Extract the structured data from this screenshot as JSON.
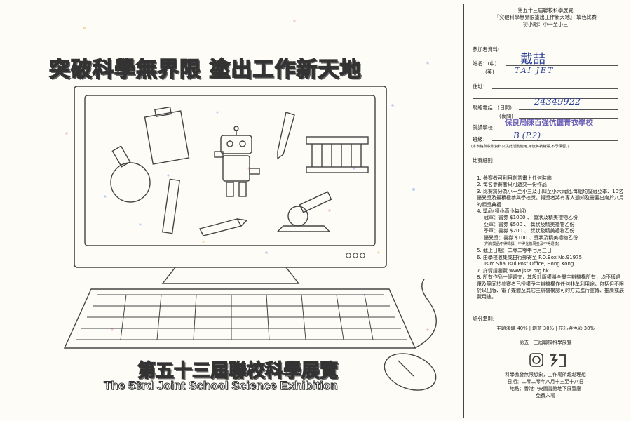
{
  "poster": {
    "headline": "突破科學無界限 塗出工作新天地",
    "exhibition_zh": "第五十三屆聯校科學展覽",
    "exhibition_en": "The 53rd Joint School Science Exhibition"
  },
  "form": {
    "header_line1": "第五十三屆聯校科學展覽",
    "header_line2": "『突破科學無界限塗出工作新天地』 填色比賽",
    "header_line3": "初小組：小一至小三",
    "participant_heading": "參加者資料:",
    "name_label": "姓名：(中)",
    "name_en_label": "(英)",
    "name_zh_value": "戴喆",
    "name_en_value": "TAI JET",
    "address_label": "住址：",
    "phone_label": "聯絡電話：(日間)",
    "phone_night_label": "(夜間)",
    "phone_day_value": "24349922",
    "school_label": "就讀學校：",
    "school_value": "保良局陳百強伉儷青衣學校",
    "class_label": "班級：",
    "class_value": "B (P.2)",
    "privacy_note": "(本表格所收集資料只供此活動使用,用後將被銷毀,不予保留。)",
    "rules_heading": "比賽細則：",
    "rules": [
      "1. 參賽者可利用創意畫上任何裝飾",
      "2. 每名參賽者只可遞交一份作品",
      "3. 比賽將分為小一至小三及小四至小六兩組,每組均設冠亞季、10名優異獎及最積極參與學校獎。得獎者將有專人通知及需要出席於八月的頒獎典禮",
      "4. 獎品(初小高小每組)"
    ],
    "prizes": [
      "冠軍：書券 $1000 、 獎狀及精美禮物乙份",
      "亞軍：書券 $500 、 獎狀及精美禮物乙份",
      "季軍：書券 $200 、 獎狀及精美禮物乙份",
      "優異獎：書券 $100 、獎狀及精美禮物乙份"
    ],
    "prize_note": "(所有獎品不得轉讓、不得兌換現金及不得退換)",
    "rules_more": [
      "5. 截止日期：二零二零年七月三日",
      "6. 由學校收集或自行郵寄至 P.O.Box No.91975",
      "Tsim Sha Tsui Post Office, Hong Kong",
      "7. 詳情請瀏覽 www.jsse.org.hk",
      "8. 所有作品一經遞交，其設計版權將全屬主辦機構所有，均不獲退還及等同於參賽者已授權予主辦機構作任何非牟利用途，包括但不限於以出版、電子媒體及其它主辦機構認可的方式進行宣傳、推廣或展覽用途。"
    ],
    "scoring_heading": "評分準則:",
    "scoring_text": "主題演繹 40% | 創意 30% | 技巧與色彩 30%",
    "footer_org": "第五十三屆聯校科學展覽",
    "footer_tagline": "科學激發無限想象，工作場所超越理想",
    "footer_date": "日期：二零二零年八月十三至十八日",
    "footer_venue": "地點：香港中央圖書館地下展覽廳",
    "footer_free": "免費入場"
  }
}
